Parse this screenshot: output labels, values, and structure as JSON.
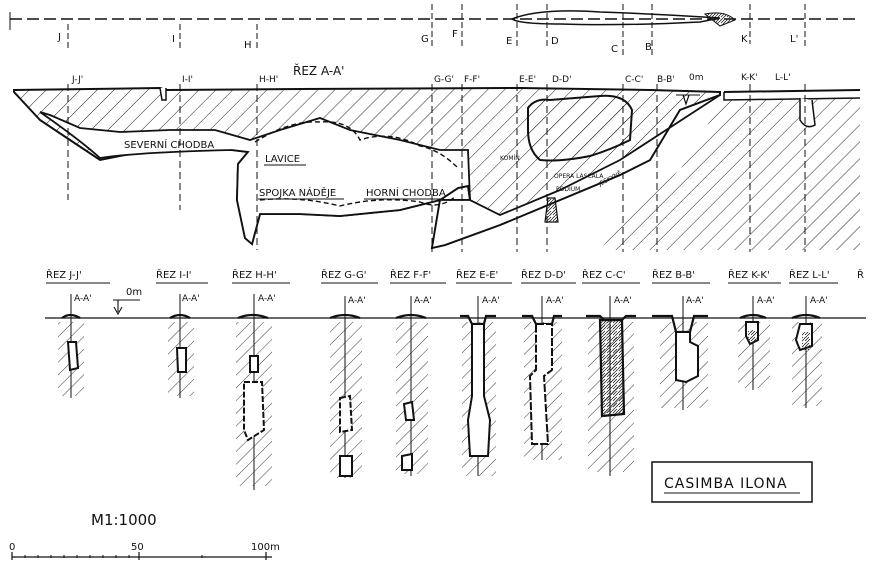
{
  "plan_section_labels": [
    "J",
    "I",
    "H",
    "G",
    "F",
    "E",
    "D",
    "C",
    "B",
    "K",
    "L'"
  ],
  "profile": {
    "title": "ŘEZ A-A'",
    "top_labels": [
      "J-J'",
      "I-I'",
      "H-H'",
      "G-G'",
      "F-F'",
      "E-E'",
      "D-D'",
      "C-C'",
      "B-B'",
      "K-K'",
      "L-L'"
    ],
    "zero_mark": "0m",
    "passages": {
      "severni": "SEVERNÍ CHODBA",
      "lavice": "LAVICE",
      "spojka": "SPOJKA NÁDĚJE",
      "horni": "HORNÍ CHODBA",
      "opera_1": "OPERA LASCALA",
      "opera_2": "PODIUM",
      "komin": "KOMÍN",
      "jeskyne": "JESKYNĚ"
    }
  },
  "sections_row": {
    "titles": [
      "ŘEZ J-J'",
      "ŘEZ I-I'",
      "ŘEZ H-H'",
      "ŘEZ G-G'",
      "ŘEZ F-F'",
      "ŘEZ E-E'",
      "ŘEZ D-D'",
      "ŘEZ C-C'",
      "ŘEZ B-B'",
      "ŘEZ K-K'",
      "ŘEZ L-L'",
      "Ř"
    ],
    "axis_label": "A-A'",
    "zero_mark": "0m"
  },
  "map_title": "CASIMBA ILONA",
  "scale": {
    "ratio": "M1:1000",
    "ticks": [
      "0",
      "50",
      "100m"
    ]
  }
}
